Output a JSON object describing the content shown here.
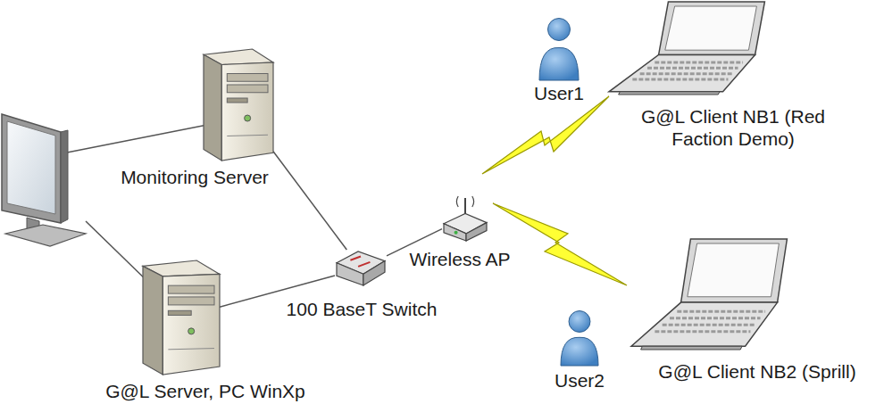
{
  "diagram": {
    "nodes": [
      {
        "text": [
          "User1"
        ]
      },
      {
        "text": [
          "G@L Client NB1 (Red Faction Demo)"
        ]
      },
      {
        "text": [
          "Monitoring Server"
        ]
      },
      {
        "text": [
          "Wireless AP"
        ]
      },
      {
        "text": [
          "100 BaseT Switch"
        ]
      },
      {
        "text": [
          "G@L Server, PC WinXp"
        ]
      },
      {
        "text": [
          "G@L Client NB2 (Sprill)"
        ]
      },
      {
        "text": [
          "User2"
        ]
      }
    ],
    "edges": [
      {
        "from": 2,
        "to": 4,
        "arrow": "none"
      },
      {
        "from": 5,
        "to": 4,
        "arrow": "none"
      },
      {
        "from": 4,
        "to": 3,
        "arrow": "none"
      }
    ]
  }
}
